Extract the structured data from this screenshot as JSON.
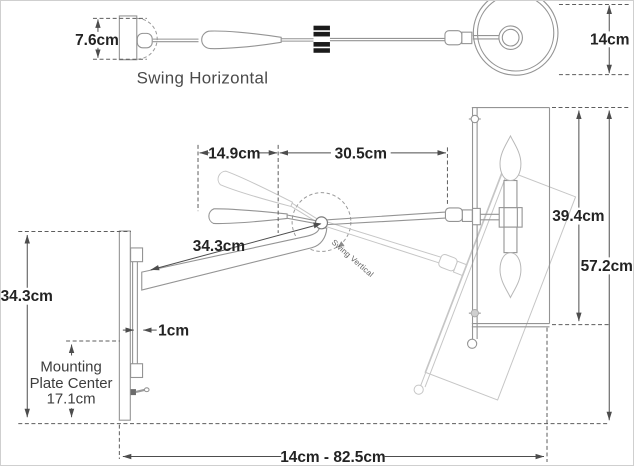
{
  "colors": {
    "dimension_lines": "#4d4d4d",
    "fixture_lines": "#949494",
    "ghost_lines": "#c6c6c6",
    "swivel_knob": "#1b1b1b",
    "background": "#ffffff"
  },
  "top_view": {
    "caption": "Swing Horizontal",
    "backplate_height": "7.6cm",
    "shade_diameter": "14cm"
  },
  "side_view": {
    "swing_label": "Swing Vertical",
    "handle_length": "14.9cm",
    "front_arm_length": "30.5cm",
    "rear_arm_length": "34.3cm",
    "wall_plate_height": "34.3cm",
    "plate_depth": "1cm",
    "mounting_plate_center": {
      "line1": "Mounting",
      "line2": "Plate Center",
      "line3": "17.1cm"
    },
    "shade_height": "39.4cm",
    "overall_height": "57.2cm",
    "extension_range": "14cm - 82.5cm"
  }
}
